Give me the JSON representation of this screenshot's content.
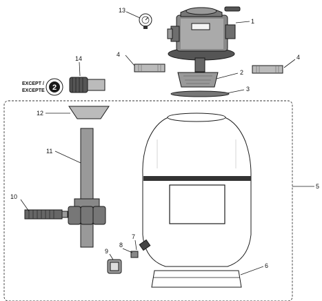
{
  "callouts": {
    "c1": "1",
    "c2": "2",
    "c3": "3",
    "c4a": "4",
    "c4b": "4",
    "c5": "5",
    "c6": "6",
    "c7": "7",
    "c8": "8",
    "c9": "9",
    "c10": "10",
    "c11": "11",
    "c12": "12",
    "c13": "13",
    "c14": "14"
  },
  "note": {
    "line1": "EXCEPT /",
    "line2": "EXCEPTE",
    "badge": "2"
  }
}
